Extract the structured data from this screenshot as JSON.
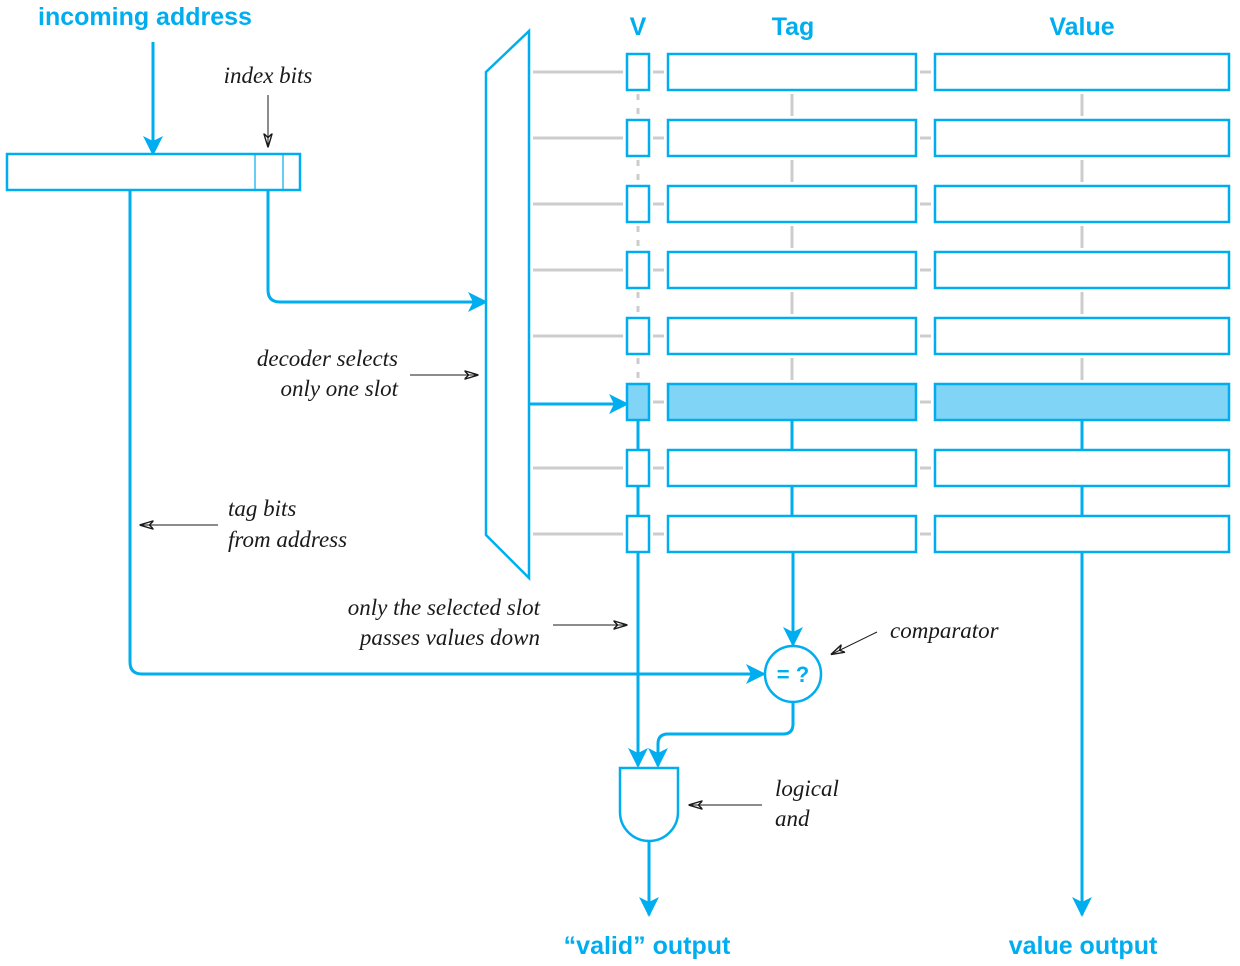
{
  "colors": {
    "accent": "#00aeef",
    "highlight_fill": "#80d4f5",
    "gray_line": "#cccccc",
    "annotation_text": "#1a1a1a"
  },
  "labels": {
    "incoming_address": "incoming address",
    "index_bits": "index bits",
    "col_v": "V",
    "col_tag": "Tag",
    "col_value": "Value",
    "decoder_line1": "decoder selects",
    "decoder_line2": "only one slot",
    "tag_bits_line1": "tag bits",
    "tag_bits_line2": "from address",
    "selected_line1": "only the selected slot",
    "selected_line2": "passes values down",
    "comparator": "comparator",
    "comparator_symbol": "= ?",
    "logical_line1": "logical",
    "logical_line2": "and",
    "valid_output": "“valid” output",
    "value_output": "value output"
  },
  "cache": {
    "slot_count": 8,
    "selected_slot_index": 5
  }
}
